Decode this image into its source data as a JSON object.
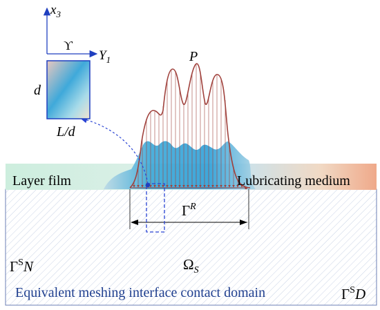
{
  "axes": {
    "vertical_label": "x",
    "vertical_sub": "3",
    "horizontal_label": "Y",
    "horizontal_sub": "1",
    "symbol": "ϒ"
  },
  "cell": {
    "height_label": "d",
    "width_label": "L/d"
  },
  "load_label": "P",
  "layer_film_label": "Layer film",
  "lubricating_label": "Lubricating medium",
  "gamma_r": {
    "base": "Γ",
    "sup": "R"
  },
  "omega": {
    "base": "Ω",
    "sub": "S"
  },
  "gamma_sn": {
    "base": "Γ",
    "sup": "S",
    "tail": "N"
  },
  "gamma_sd": {
    "base": "Γ",
    "sup": "S",
    "tail": "D"
  },
  "domain_label": "Equivalent meshing interface contact domain",
  "colors": {
    "pressure_curve": "#a0413c",
    "axis": "#1f3fbf",
    "dashed": "#2a44d4",
    "text_blue": "#1f3f8f",
    "domain_border": "#6b7fb5"
  }
}
